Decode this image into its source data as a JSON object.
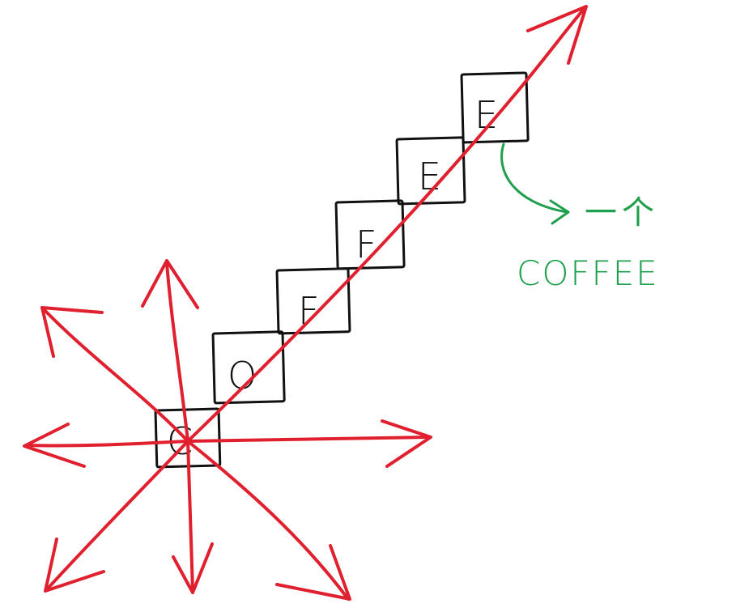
{
  "colors": {
    "arrow": "#e0202e",
    "box": "#111111",
    "annotation": "#1ea04c"
  },
  "letters": [
    "C",
    "O",
    "F",
    "F",
    "E",
    "E"
  ],
  "annotation": {
    "measure_word": "一个",
    "word": "COFFEE"
  }
}
